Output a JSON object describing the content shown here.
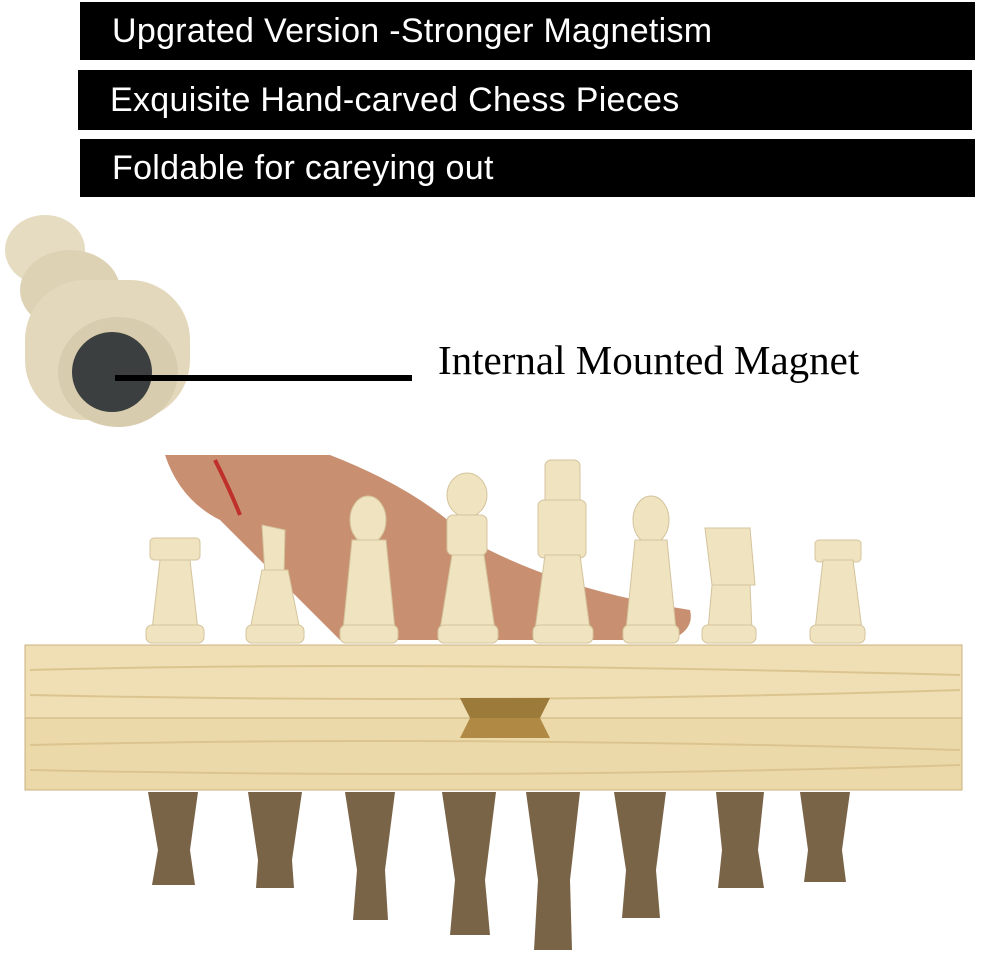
{
  "banners": [
    "Upgrated Version -Stronger Magnetism",
    "Exquisite Hand-carved Chess Pieces",
    "Foldable for careying out"
  ],
  "callout": "Internal Mounted Magnet",
  "colors": {
    "banner": "#000000",
    "wood_light": "#efe3c0",
    "wood_dark": "#7a6448",
    "magnet": "#3b3f3f"
  }
}
